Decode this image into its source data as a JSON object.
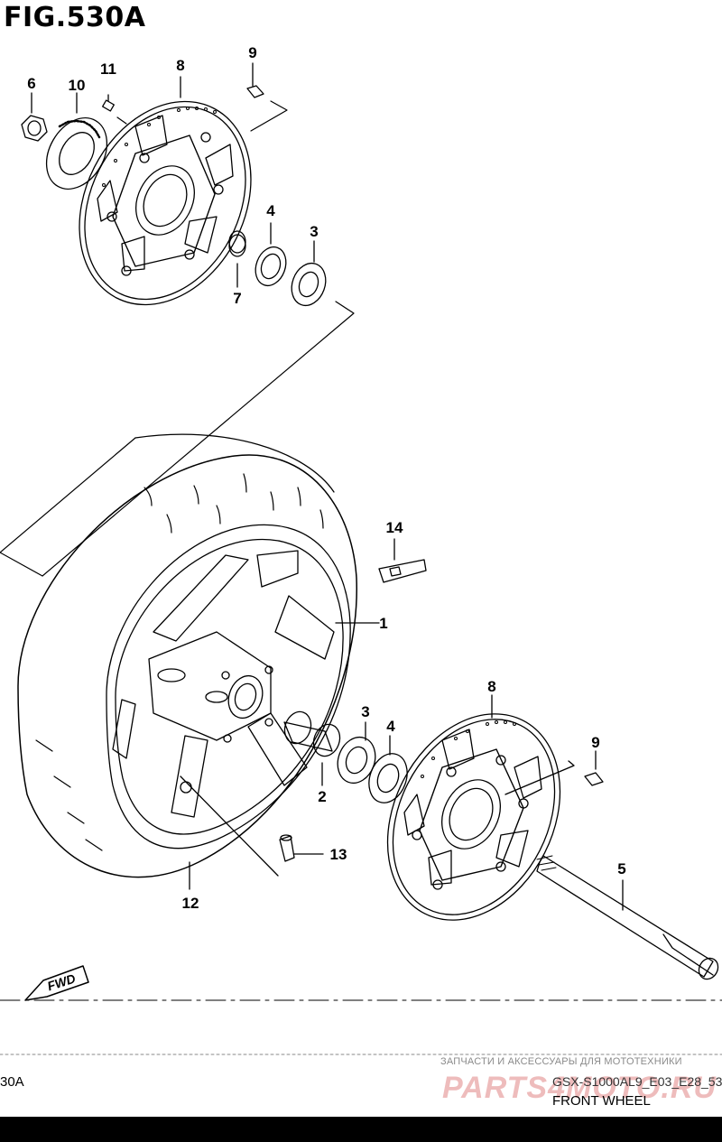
{
  "figure": {
    "title": "FIG.530A",
    "fwd_label": "FWD"
  },
  "callouts": [
    {
      "id": "c6",
      "label": "6"
    },
    {
      "id": "c10",
      "label": "10"
    },
    {
      "id": "c11",
      "label": "11"
    },
    {
      "id": "c8a",
      "label": "8"
    },
    {
      "id": "c9a",
      "label": "9"
    },
    {
      "id": "c4a",
      "label": "4"
    },
    {
      "id": "c3a",
      "label": "3"
    },
    {
      "id": "c7",
      "label": "7"
    },
    {
      "id": "c14",
      "label": "14"
    },
    {
      "id": "c1",
      "label": "1"
    },
    {
      "id": "c8b",
      "label": "8"
    },
    {
      "id": "c3b",
      "label": "3"
    },
    {
      "id": "c4b",
      "label": "4"
    },
    {
      "id": "c9b",
      "label": "9"
    },
    {
      "id": "c2",
      "label": "2"
    },
    {
      "id": "c13",
      "label": "13"
    },
    {
      "id": "c5",
      "label": "5"
    },
    {
      "id": "c12",
      "label": "12"
    }
  ],
  "footer": {
    "fig_code": "30A",
    "model_code": "GSX-S1000AL9_E03_E28_53",
    "part_name": "FRONT WHEEL"
  },
  "watermark": {
    "tagline": "ЗАПЧАСТИ И АКСЕССУАРЫ ДЛЯ МОТОТЕХНИКИ",
    "logo": "PARTS4MOTO.RU"
  }
}
